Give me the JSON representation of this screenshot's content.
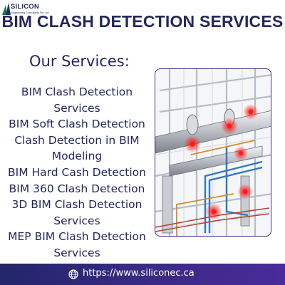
{
  "brand": {
    "name": "SILICON",
    "tagline": "Engineering Consultants Pvt. Ltd."
  },
  "headline": "BIM CLASH DETECTION SERVICES",
  "services": {
    "title": "Our Services:",
    "items": [
      "BIM Clash Detection",
      "Services",
      "BIM Soft Clash Detection",
      "Clash Detection in BIM",
      "Modeling",
      "BIM Hard Cash Detection",
      "BIM 360 Clash Detection",
      "3D BIM Clash Detection",
      "Services",
      "MEP BIM Clash Detection",
      "Services"
    ]
  },
  "footer": {
    "url": "https://www.siliconec.ca",
    "icon": "globe-icon"
  },
  "colors": {
    "headline": "#24285f",
    "accent": "#4a2b86",
    "footer_start": "#22266a",
    "footer_end": "#4a2b9a",
    "clash_marker": "#ff1a1a"
  }
}
